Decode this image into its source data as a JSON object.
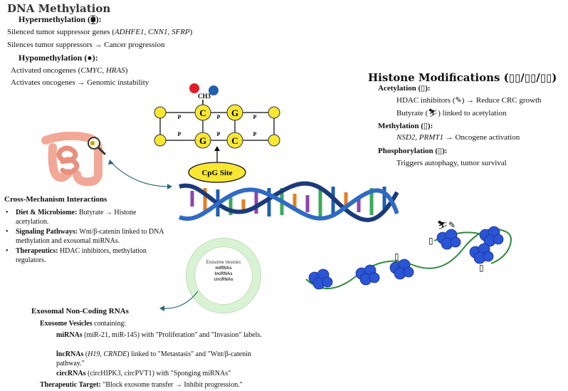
{
  "dna_methylation": {
    "title": "DNA Methylation",
    "hyper_heading": "Hypermethylation (⧯):",
    "hyper_line1_pre": "Silenced tumor suppressor genes (",
    "hyper_line1_genes": "ADHFE1, CNN1, SFRP",
    "hyper_line1_post": ")",
    "hyper_line2": "Silences tumor suppressors → Cancer progression",
    "hypo_heading": "Hypomethylation (●):",
    "hypo_line1_pre": "Activated oncogenes (",
    "hypo_line1_genes": "CMYC, HRAS",
    "hypo_line1_post": ")",
    "hypo_line2": "Activates oncogenes → Genomic instability"
  },
  "cpg_diagram": {
    "methyl_label": "CH3",
    "phosphate_label": "P",
    "top_bases": [
      "C",
      "G"
    ],
    "bottom_bases": [
      "G",
      "C"
    ],
    "site_label": "CpG Site",
    "methyl_colors": [
      "#e11d2a",
      "#1f5fb0"
    ]
  },
  "histone": {
    "title": "Histone Modifications (▯▯/▯▯/▯▯)",
    "acetylation_heading": "Acetylation (▯):",
    "acetylation_line1": "HDAC inhibitors (✎) → Reduce CRC growth",
    "acetylation_line2": "Butyrate (⛷) linked to acetylation",
    "methylation_heading": "Methylation (▯):",
    "methylation_genes": "NSD2, PRMT1",
    "methylation_post": " → Oncogene activation",
    "phosphorylation_heading": "Phosphorylation (▯):",
    "phosphorylation_line": "Triggers autophagy, tumor survival"
  },
  "cross": {
    "title": "Cross-Mechanism Interactions",
    "items": [
      {
        "label": "Diet & Microbiome:",
        "text": " Butyrate → Histone acetylation."
      },
      {
        "label": "Signaling Pathways:",
        "text": " Wnt/β-catenin linked to DNA methylation and exosomal miRNAs."
      },
      {
        "label": "Therapeutics:",
        "text": " HDAC inhibitors, methylation regulators."
      }
    ]
  },
  "exosome_ring": {
    "title": "Exosome Vesicles",
    "items": [
      "miRNAs",
      "lncRNAs",
      "circRNAs"
    ]
  },
  "exosomal": {
    "title": "Exosomal Non-Coding RNAs",
    "vesicles_label": "Exosome Vesicles",
    "vesicles_post": " containing:",
    "mirna_label": "miRNAs",
    "mirna_text": " (miR-21, miR-145) with \"Proliferation\" and \"Invasion\" labels.",
    "lnc_label": "lncRNAs",
    "lnc_pre": " (",
    "lnc_genes": "H19, CRNDE",
    "lnc_post": ") linked to \"Metastasis\" and \"Wnt/β-catenin pathway.\"",
    "circ_label": "circRNAs",
    "circ_text": " (circHIPK3, circPVT1) with \"Sponging miRNAs\"",
    "target_label": "Therapeutic Target:",
    "target_text": " \"Block exosome transfer → Inhibit progression.\""
  },
  "chromatin": {
    "glyphs": [
      "▯",
      "▯",
      "▯"
    ],
    "markers": [
      "⛷",
      "✎"
    ]
  }
}
